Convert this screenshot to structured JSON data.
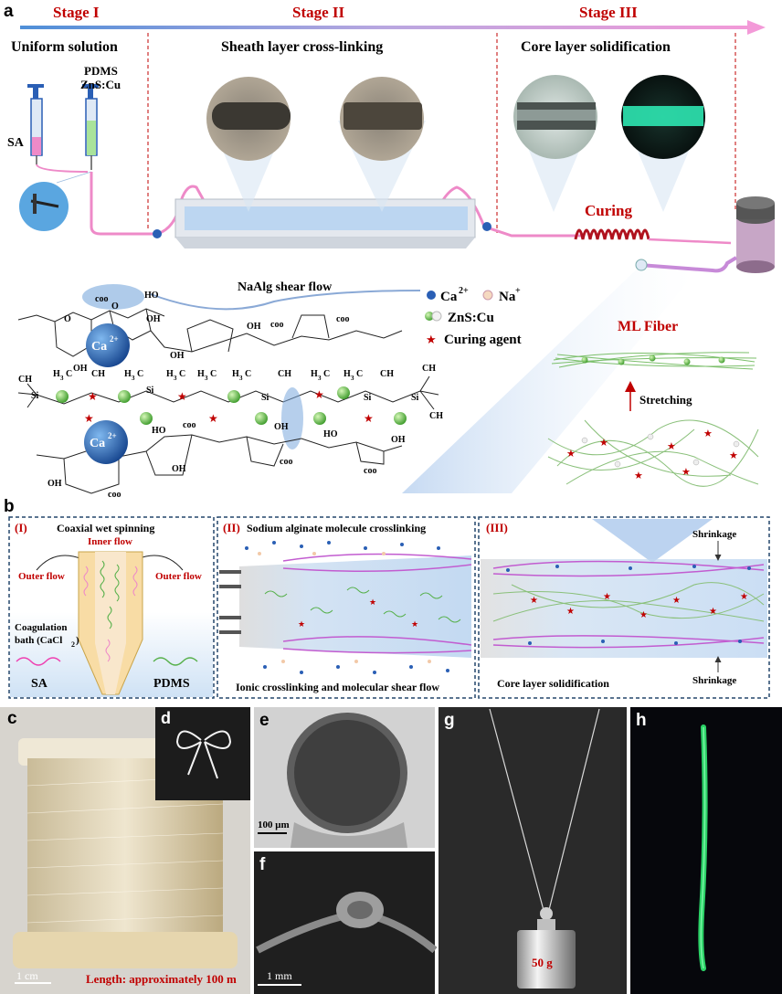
{
  "panel_a": {
    "letter": "a",
    "stages": [
      "Stage I",
      "Stage II",
      "Stage III"
    ],
    "stage_titles": [
      "Uniform solution",
      "Sheath layer cross-linking",
      "Core layer solidification"
    ],
    "syringe_labels": {
      "pdms": "PDMS",
      "zns": "ZnS:Cu",
      "sa": "SA"
    },
    "curing": "Curing",
    "shear_flow": "NaAlg shear flow",
    "legend": {
      "ca": "Ca",
      "ca_sup": "2+",
      "na": "Na",
      "na_sup": "+",
      "zns": "ZnS:Cu",
      "curing_agent": "Curing agent"
    },
    "ml_fiber": "ML Fiber",
    "stretching": "Stretching",
    "ion_label": "Ca",
    "ion_sup": "2+",
    "coo": "coo",
    "oh": "OH",
    "o": "O",
    "si": "Si",
    "ch3": "CH",
    "h3c": "H",
    "sub3": "3",
    "c": "C"
  },
  "panel_b": {
    "letter": "b",
    "p1": {
      "num": "(I)",
      "title": "Coaxial wet spinning",
      "inner": "Inner flow",
      "outer_l": "Outer flow",
      "outer_r": "Outer flow",
      "bath1": "Coagulation",
      "bath2": "bath  (CaCl",
      "bath_sub": "2",
      "bath_end": ")",
      "sa": "SA",
      "pdms": "PDMS"
    },
    "p2": {
      "num": "(II)",
      "title": "Sodium alginate molecule crosslinking",
      "bottom": "Ionic crosslinking and molecular shear flow"
    },
    "p3": {
      "num": "(III)",
      "shrink_top": "Shrinkage",
      "shrink_bottom": "Shrinkage",
      "bottom": "Core layer solidification"
    }
  },
  "panels_cdh": {
    "c": "c",
    "d": "d",
    "e": "e",
    "f": "f",
    "g": "g",
    "h": "h",
    "c_scale": "1 cm",
    "c_length": "Length: approximately 100 m",
    "e_scale": "100 μm",
    "f_scale": "1 mm",
    "g_weight": "50 g"
  },
  "colors": {
    "accent_red": "#c00000",
    "pink": "#ee8ac8",
    "green": "#56b04a",
    "blue_ion": "#2a5fb5"
  }
}
